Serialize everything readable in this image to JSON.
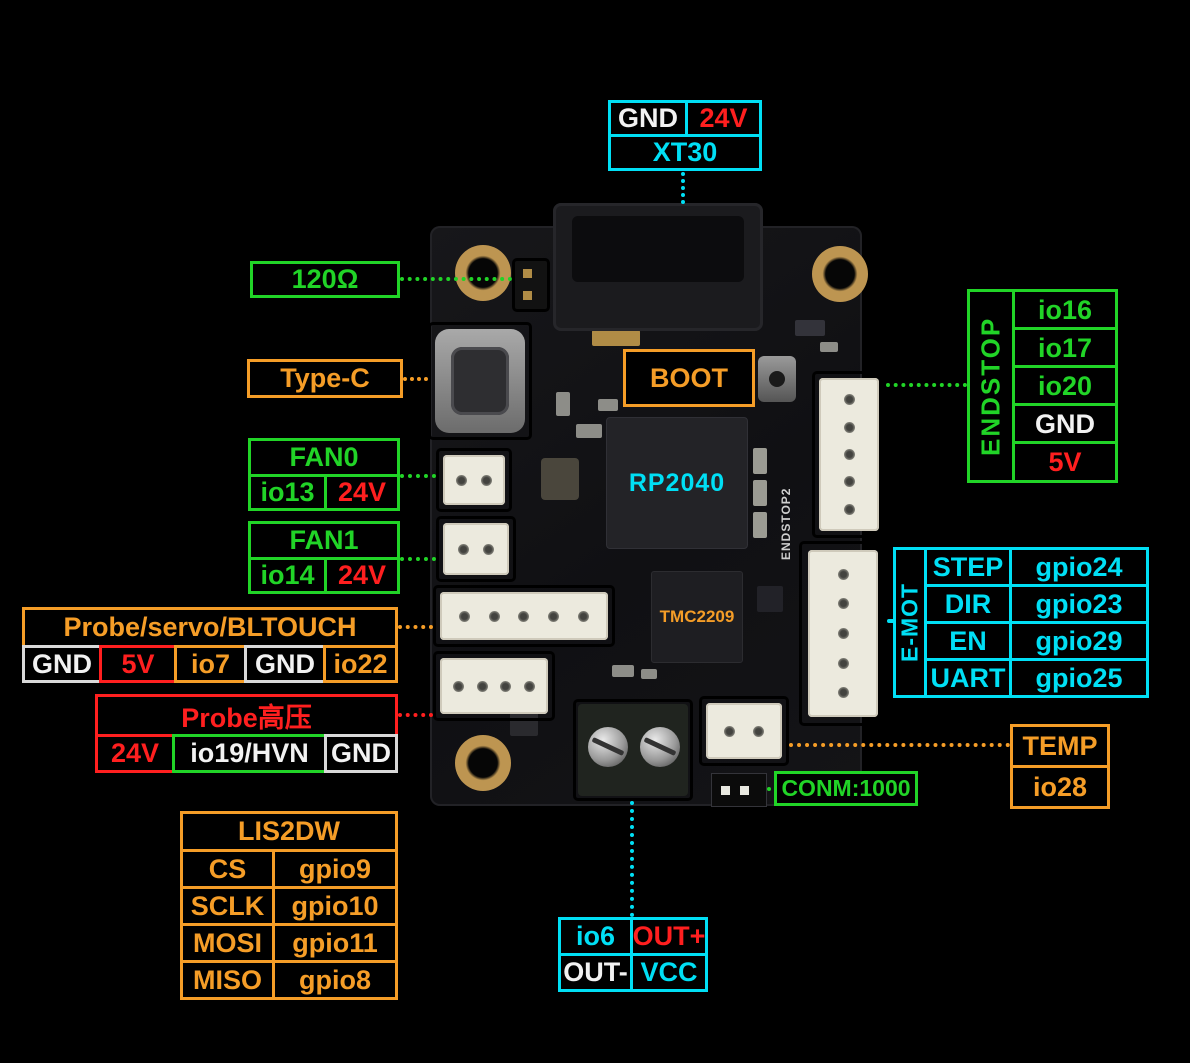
{
  "colors": {
    "cyan": "#00dff5",
    "green": "#21d427",
    "orange": "#f59d27",
    "red": "#ff1f1f",
    "white": "#f2f2f2"
  },
  "board": {
    "mcu_label": "RP2040",
    "driver_label": "TMC2209",
    "boot_label": "BOOT",
    "silkscreen_endstop": "ENDSTOP2"
  },
  "callouts": {
    "xt30": {
      "pin_gnd": "GND",
      "pin_24v": "24V",
      "title": "XT30"
    },
    "r120": {
      "label": "120Ω"
    },
    "typec": {
      "label": "Type-C"
    },
    "fan0": {
      "title": "FAN0",
      "pin1": "io13",
      "pin2": "24V"
    },
    "fan1": {
      "title": "FAN1",
      "pin1": "io14",
      "pin2": "24V"
    },
    "probe": {
      "title": "Probe/servo/BLTOUCH",
      "pins": [
        "GND",
        "5V",
        "io7",
        "GND",
        "io22"
      ]
    },
    "probe_hv": {
      "title": "Probe高压",
      "pins": [
        "24V",
        "io19/HVN",
        "GND"
      ]
    },
    "lis2dw": {
      "title": "LIS2DW",
      "rows": [
        [
          "CS",
          "gpio9"
        ],
        [
          "SCLK",
          "gpio10"
        ],
        [
          "MOSI",
          "gpio11"
        ],
        [
          "MISO",
          "gpio8"
        ]
      ]
    },
    "endstop": {
      "title": "ENDSTOP",
      "pins": [
        "io16",
        "io17",
        "io20",
        "GND",
        "5V"
      ]
    },
    "emot": {
      "title": "E-MOT",
      "rows": [
        [
          "STEP",
          "gpio24"
        ],
        [
          "DIR",
          "gpio23"
        ],
        [
          "EN",
          "gpio29"
        ],
        [
          "UART",
          "gpio25"
        ]
      ]
    },
    "temp": {
      "title": "TEMP",
      "pin": "io28"
    },
    "conm": {
      "label": "CONM:1000"
    },
    "heater": {
      "cells": [
        [
          "io6",
          "OUT+"
        ],
        [
          "OUT-",
          "VCC"
        ]
      ]
    }
  }
}
